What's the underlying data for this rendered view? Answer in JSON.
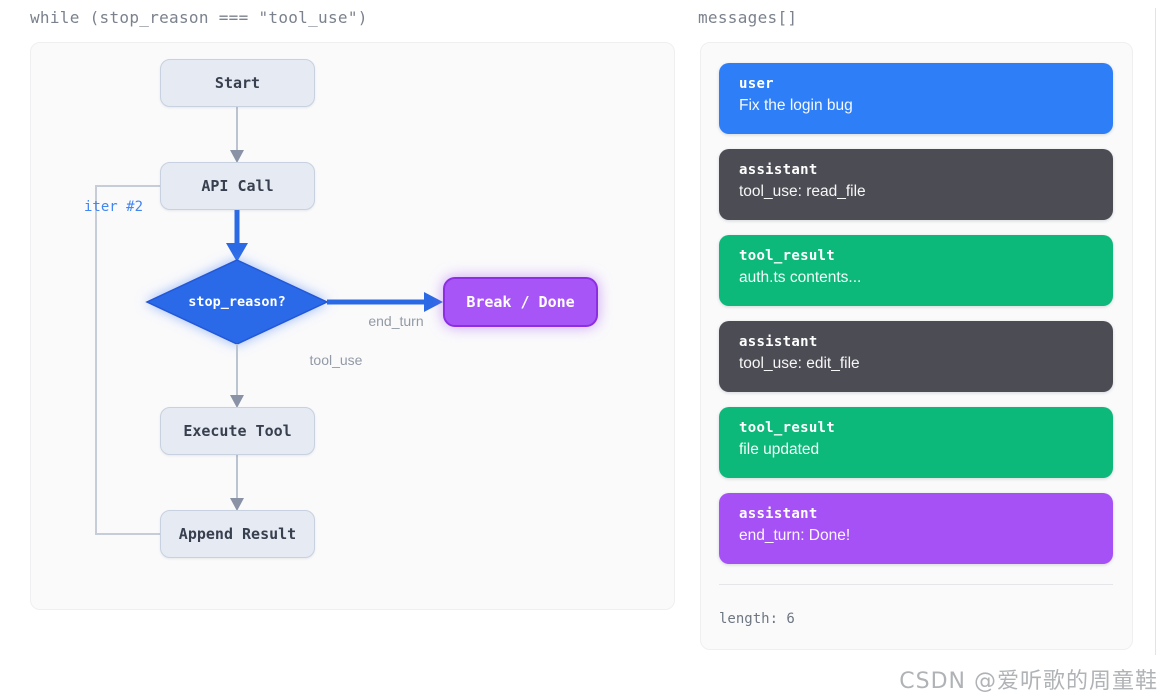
{
  "colors": {
    "user_blue": "#2e7ef7",
    "assistant_dark": "#4c4c54",
    "tool_result_green": "#0cb97a",
    "assistant_purple": "#a651f6",
    "decision_blue": "#2c69e8",
    "decision_border": "#2458d6",
    "break_purple": "#a855f7",
    "node_fill": "#e6eaf2",
    "node_border": "#c8d1e0"
  },
  "left_panel": {
    "title": "while (stop_reason === \"tool_use\")",
    "nodes": {
      "start": "Start",
      "api_call": "API Call",
      "decision": "stop_reason?",
      "break_done": "Break / Done",
      "execute_tool": "Execute Tool",
      "append_result": "Append Result"
    },
    "edge_labels": {
      "end_turn": "end_turn",
      "tool_use": "tool_use",
      "iteration": "iter #2"
    }
  },
  "right_panel": {
    "title": "messages[]",
    "messages": [
      {
        "role": "user",
        "text": "Fix the login bug",
        "color": "#2e7ef7"
      },
      {
        "role": "assistant",
        "text": "tool_use: read_file",
        "color": "#4c4c54"
      },
      {
        "role": "tool_result",
        "text": "auth.ts contents...",
        "color": "#0cb97a"
      },
      {
        "role": "assistant",
        "text": "tool_use: edit_file",
        "color": "#4c4c54"
      },
      {
        "role": "tool_result",
        "text": "file updated",
        "color": "#0cb97a"
      },
      {
        "role": "assistant",
        "text": "end_turn: Done!",
        "color": "#a651f6"
      }
    ],
    "footer": "length: 6"
  },
  "watermark": "CSDN @爱听歌的周童鞋"
}
